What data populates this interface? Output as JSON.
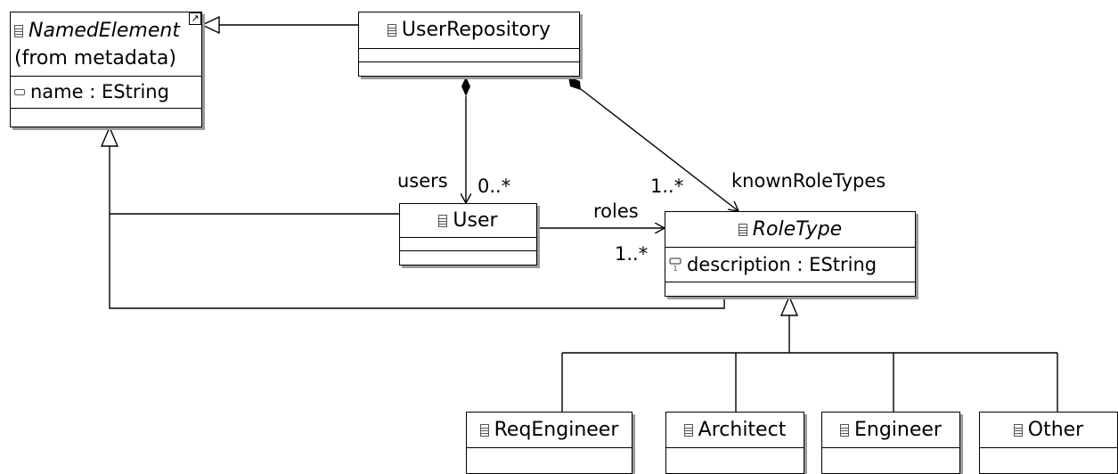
{
  "classes": {
    "named_element": {
      "name": "NamedElement",
      "origin": "(from metadata)",
      "attribute": "name : EString"
    },
    "user_repository": {
      "name": "UserRepository"
    },
    "user": {
      "name": "User"
    },
    "role_type": {
      "name": "RoleType",
      "attribute": "description : EString"
    },
    "req_engineer": {
      "name": "ReqEngineer"
    },
    "architect": {
      "name": "Architect"
    },
    "engineer": {
      "name": "Engineer"
    },
    "other": {
      "name": "Other"
    }
  },
  "associations": {
    "users": {
      "role": "users",
      "multiplicity": "0..*"
    },
    "known_role_types": {
      "role": "knownRoleTypes",
      "multiplicity": "1..*"
    },
    "roles": {
      "role": "roles",
      "multiplicity": "1..*"
    }
  },
  "icons": {
    "class": "class-icon",
    "attribute": "attribute-icon",
    "id_attribute": "id-attribute-icon",
    "shortcut": "shortcut-arrow-icon"
  }
}
